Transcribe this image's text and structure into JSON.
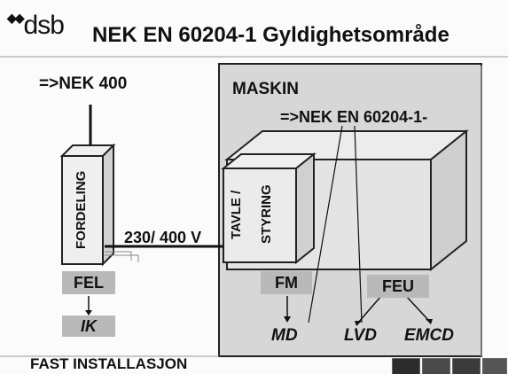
{
  "logo": {
    "mark": "◆◆",
    "text": "dsb"
  },
  "title": "NEK EN 60204-1 Gyldighetsområde",
  "labels": {
    "nek400": "=>NEK 400",
    "fordeling": "FORDELING",
    "voltage": "230/ 400 V",
    "fel": "FEL",
    "ik": "IK",
    "maskin": "MASKIN",
    "nek60204": "=>NEK EN 60204-1-",
    "tavle_line1": "TAVLE /",
    "tavle_line2": "STYRING",
    "fm": "FM",
    "feu": "FEU",
    "md": "MD",
    "lvd": "LVD",
    "emcd": "EMCD",
    "fast_installasjon": "FAST INSTALLASJON"
  },
  "colors": {
    "panel": "#d7d7d7",
    "box_fill": "#e6e6e6",
    "label_box": "#b9b9b9",
    "text": "#111111"
  }
}
